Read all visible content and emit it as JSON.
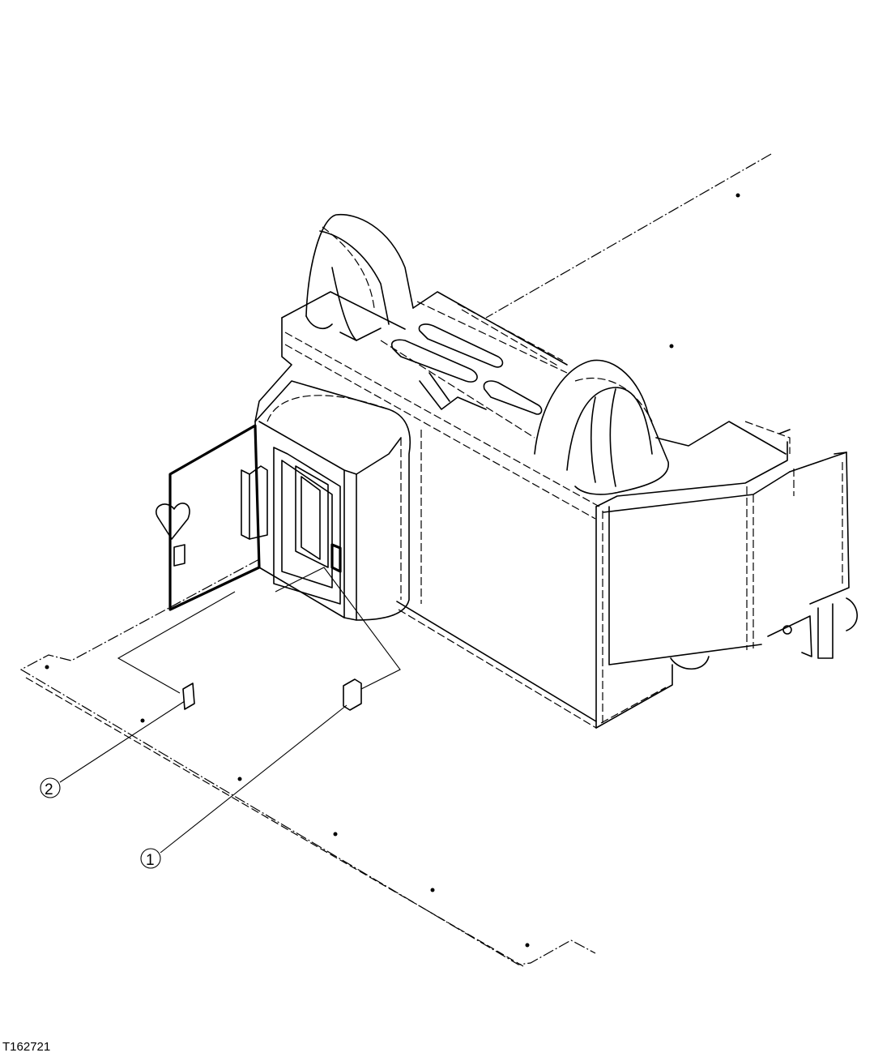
{
  "figure": {
    "reference_id": "T162721",
    "colors": {
      "line": "#000000",
      "background": "#ffffff"
    },
    "callouts": [
      {
        "id": "callout-1",
        "label": "1"
      },
      {
        "id": "callout-2",
        "label": "2"
      }
    ]
  }
}
